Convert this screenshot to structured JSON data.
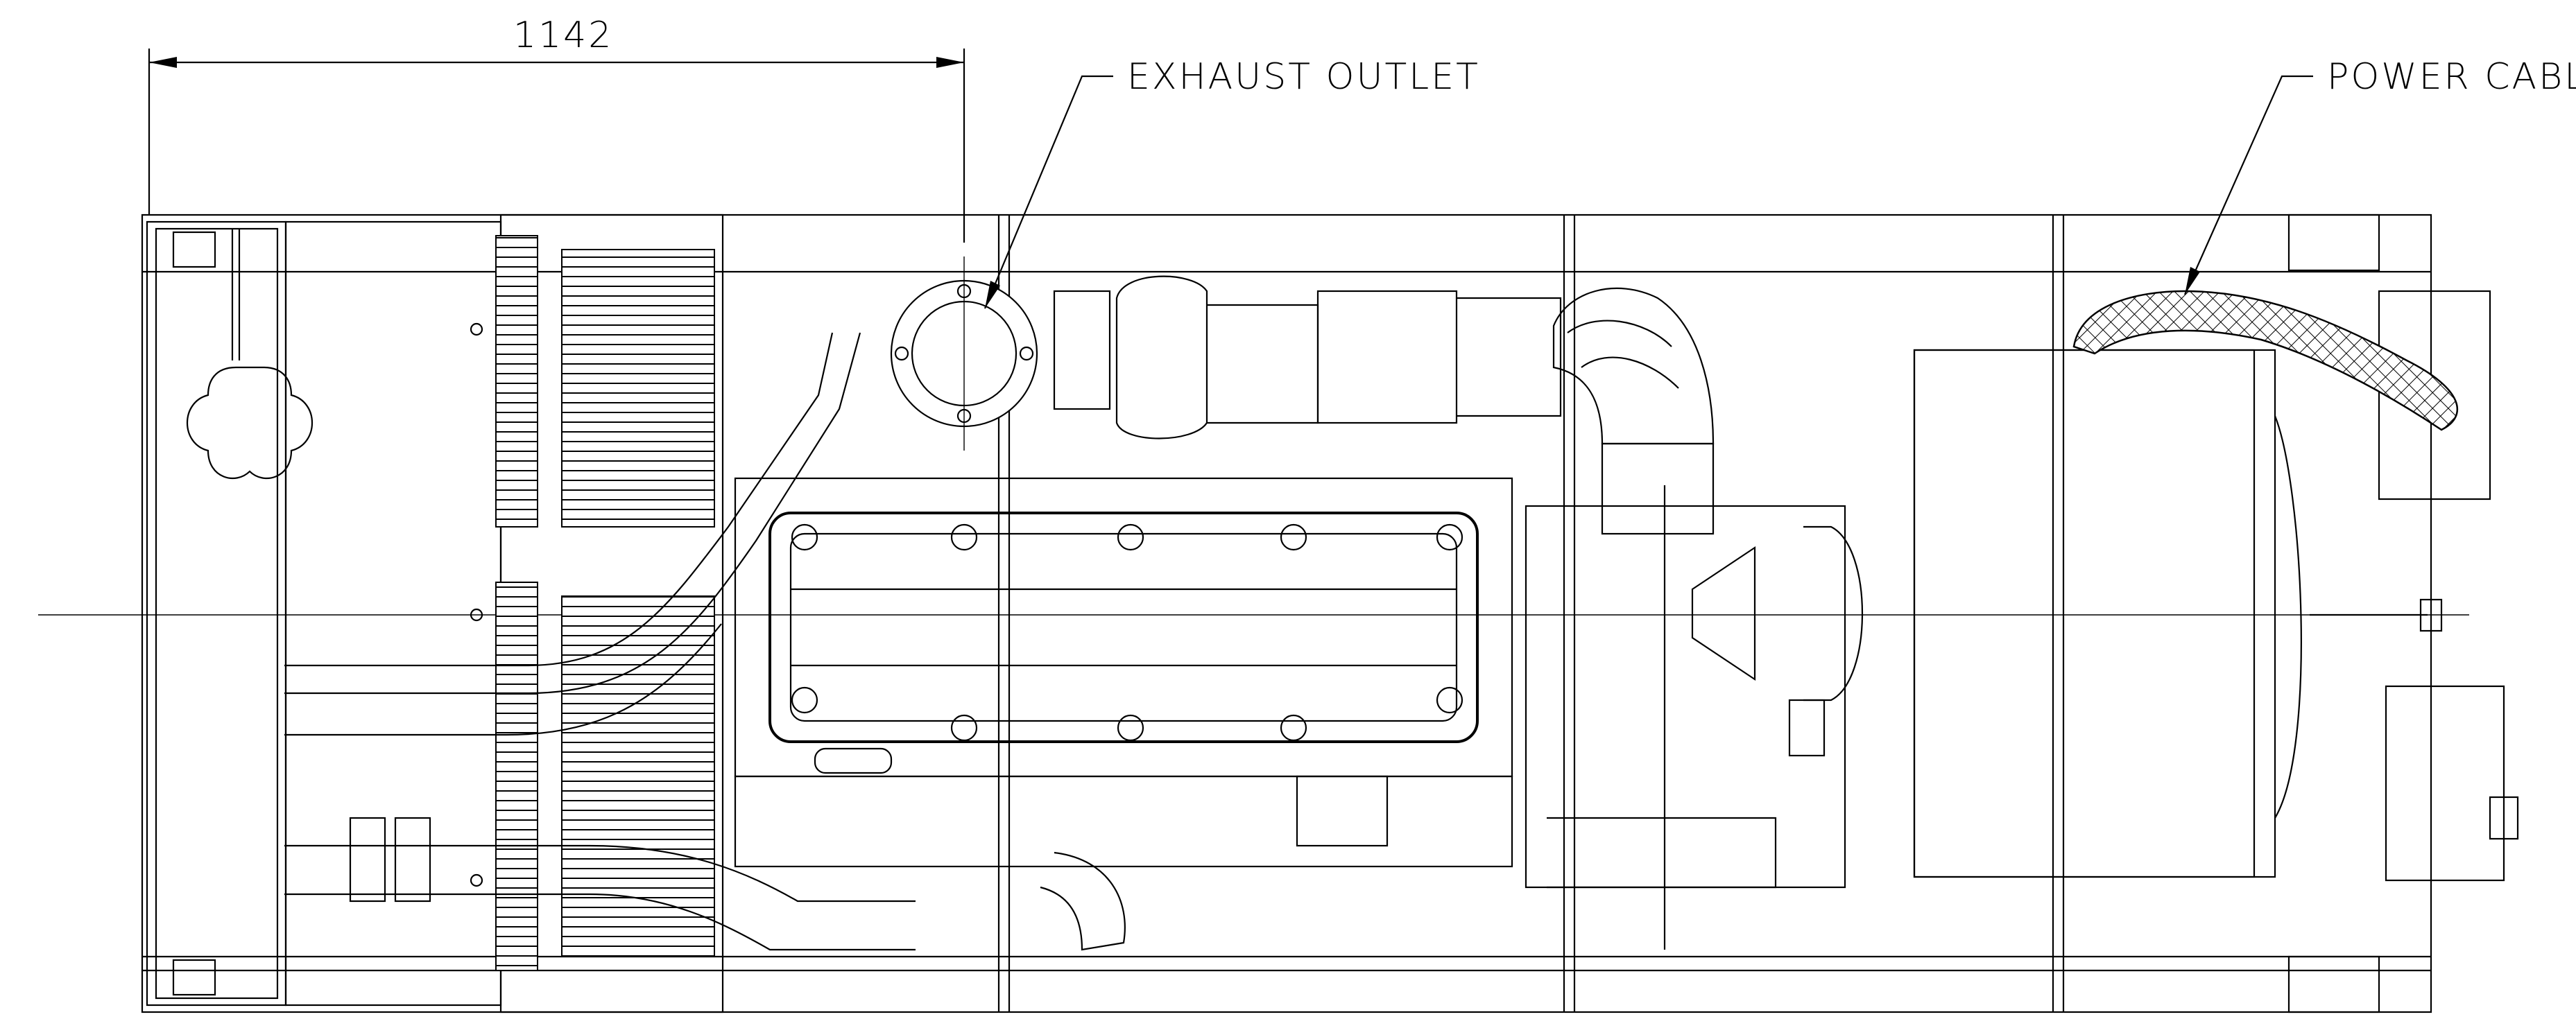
{
  "dimension": {
    "value": "1142"
  },
  "callouts": [
    {
      "label": "EXHAUST OUTLET"
    },
    {
      "label": "POWER CABLE"
    }
  ]
}
